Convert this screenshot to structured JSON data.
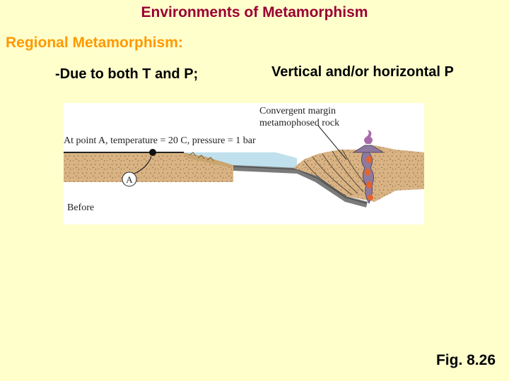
{
  "slide": {
    "title": "Environments of Metamorphism",
    "heading": "Regional Metamorphism:",
    "bullet_left": "-Due to both T and P;",
    "bullet_right": "Vertical and/or horizontal P",
    "figure_label": "Fig. 8.26"
  },
  "figure": {
    "label_margin_line1": "Convergent margin",
    "label_margin_line2": "metamophosed rock",
    "label_point_a": "At point A, temperature = 20 C, pressure = 1 bar",
    "marker_a": "A",
    "label_before": "Before",
    "colors": {
      "crust": "#D9B383",
      "ocean": "#BFE0EC",
      "slab": "#7A7A7A",
      "magma": "#8E7A9E",
      "melt": "#E8622A"
    }
  }
}
